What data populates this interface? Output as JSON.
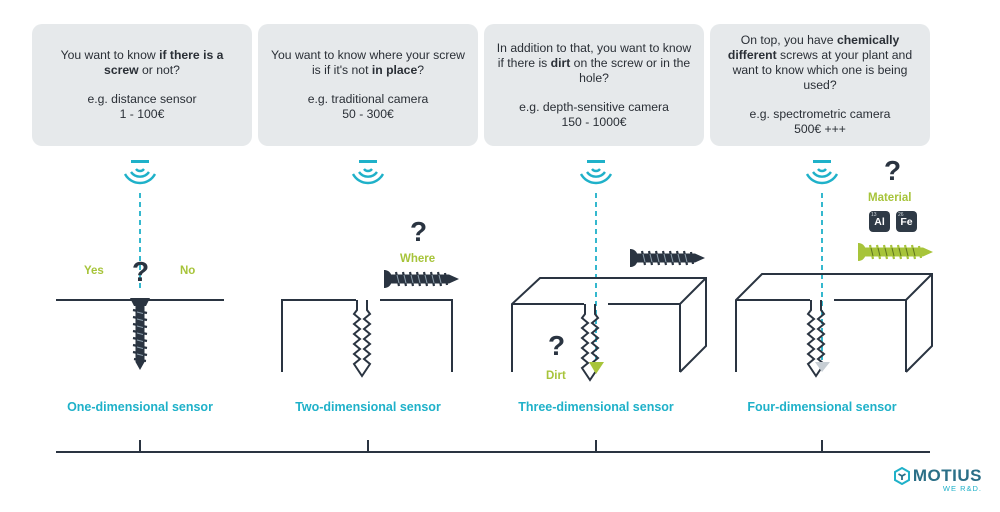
{
  "cards": [
    {
      "q_pre": "You want to know ",
      "q_bold": "if there is a screw",
      "q_post": " or not?",
      "example": "e.g. distance sensor",
      "price": "1 - 100€"
    },
    {
      "q_pre": "You want to know where your screw is if it's not ",
      "q_bold": "in place",
      "q_post": "?",
      "example": "e.g. traditional camera",
      "price": "50 - 300€"
    },
    {
      "q_pre": "In addition to that, you want to know if there is ",
      "q_bold": "dirt",
      "q_post": " on the screw or in the hole?",
      "example": "e.g. depth-sensitive camera",
      "price": "150 - 1000€"
    },
    {
      "q_pre": "On top, you have ",
      "q_bold": "chemically different",
      "q_post": " screws at your plant and want to know which one is being used?",
      "example": "e.g. spectrometric camera",
      "price": "500€ +++"
    }
  ],
  "sensors": [
    {
      "label": "One-dimensional sensor"
    },
    {
      "label": "Two-dimensional sensor"
    },
    {
      "label": "Three-dimensional sensor"
    },
    {
      "label": "Four-dimensional sensor"
    }
  ],
  "annotations": {
    "yes": "Yes",
    "no": "No",
    "where": "Where",
    "dirt": "Dirt",
    "material": "Material",
    "question": "?",
    "elements": [
      {
        "num": "13",
        "symbol": "Al"
      },
      {
        "num": "26",
        "symbol": "Fe"
      }
    ]
  },
  "brand": {
    "name": "MOTIUS",
    "tagline": "WE R&D."
  },
  "colors": {
    "accent_cyan": "#1fb1c9",
    "accent_lime": "#a7c43a",
    "dark": "#2a3441",
    "card_bg": "#e6e9eb"
  }
}
